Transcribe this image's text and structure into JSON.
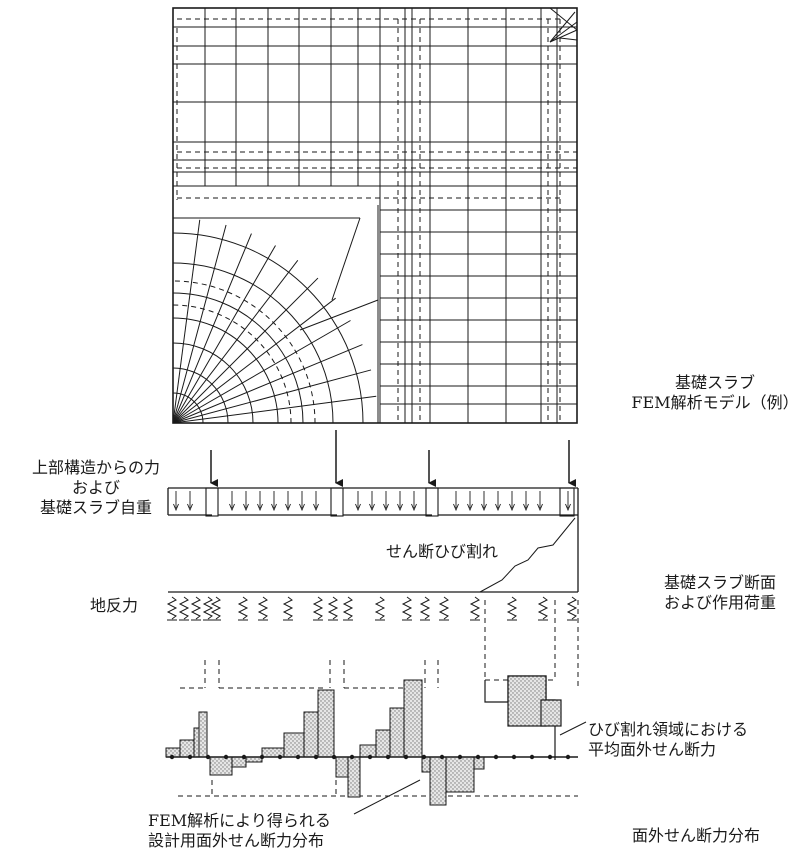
{
  "captions": {
    "fem_model": [
      "基礎スラブ",
      "FEM解析モデル（例）"
    ],
    "section": [
      "基礎スラブ断面",
      "および作用荷重"
    ],
    "shear_distribution": "面外せん断力分布"
  },
  "labels": {
    "loads": [
      "上部構造からの力",
      "および",
      "基礎スラブ自重"
    ],
    "shear_crack": "せん断ひび割れ",
    "ground_reaction": "地反力",
    "average_shear": [
      "ひび割れ領域における",
      "平均面外せん断力"
    ],
    "design_shear": [
      "FEM解析により得られる",
      "設計用面外せん断力分布"
    ]
  },
  "colors": {
    "line": "#1a1a1a",
    "stipple": "#9a9a9a"
  }
}
